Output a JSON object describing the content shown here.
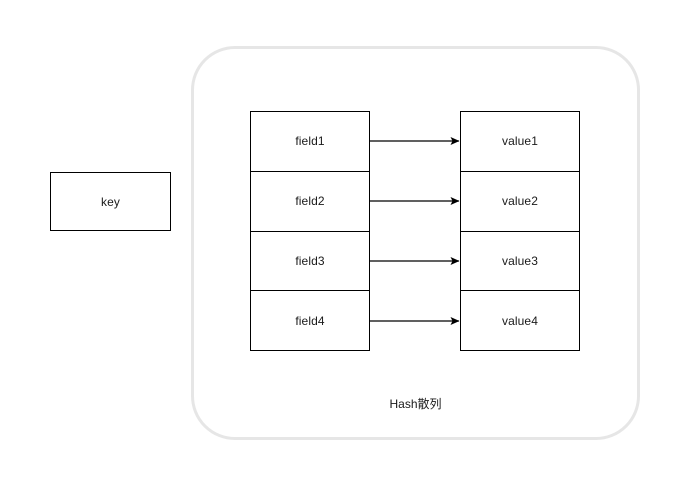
{
  "diagram": {
    "title": "Hash散列",
    "key_box": {
      "label": "key"
    },
    "fields": [
      {
        "label": "field1"
      },
      {
        "label": "field2"
      },
      {
        "label": "field3"
      },
      {
        "label": "field4"
      }
    ],
    "values": [
      {
        "label": "value1"
      },
      {
        "label": "value2"
      },
      {
        "label": "value3"
      },
      {
        "label": "value4"
      }
    ],
    "connectors": [
      {
        "from": "field1",
        "to": "value1",
        "style": "arrow"
      },
      {
        "from": "field2",
        "to": "value2",
        "style": "arrow"
      },
      {
        "from": "field3",
        "to": "value3",
        "style": "arrow"
      },
      {
        "from": "field4",
        "to": "value4",
        "style": "arrow"
      }
    ],
    "colors": {
      "background": "#ffffff",
      "box_border": "#000000",
      "container_border": "#e6e6e6",
      "text": "#1a1a1a",
      "arrow": "#000000"
    }
  }
}
